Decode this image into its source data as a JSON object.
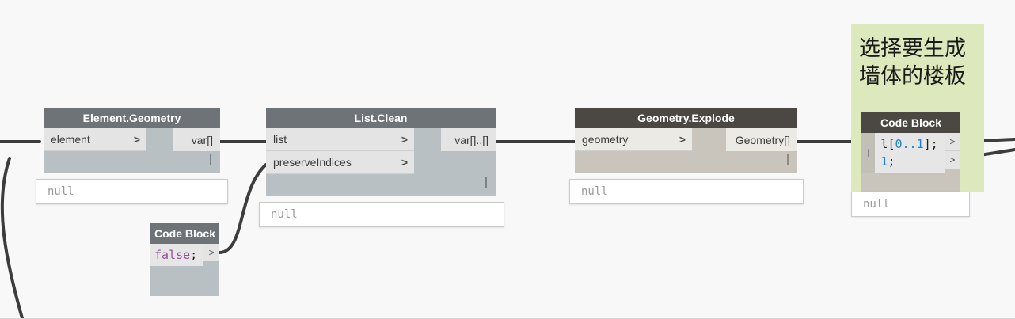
{
  "canvas": {
    "background": "#f8f8f8",
    "wire_color": "#3c3c3c"
  },
  "note": {
    "text": "选择要生成\n墙体的楼板",
    "background": "#dde8bd"
  },
  "nodes": [
    {
      "id": "element-geometry",
      "title": "Element.Geometry",
      "style": "normal",
      "header_color": "#6d7377",
      "body_color": "#b8c0c4",
      "inputs": [
        {
          "label": "element",
          "chevron": ">"
        }
      ],
      "outputs": [
        {
          "label": "var[]"
        }
      ],
      "preview": "null"
    },
    {
      "id": "list-clean",
      "title": "List.Clean",
      "style": "normal",
      "header_color": "#6d7377",
      "body_color": "#b8c0c4",
      "inputs": [
        {
          "label": "list",
          "chevron": ">"
        },
        {
          "label": "preserveIndices",
          "chevron": ">"
        }
      ],
      "outputs": [
        {
          "label": "var[]..[]"
        }
      ],
      "preview": "null"
    },
    {
      "id": "geometry-explode",
      "title": "Geometry.Explode",
      "style": "dark",
      "header_color": "#4b4844",
      "body_color": "#c9c5bc",
      "inputs": [
        {
          "label": "geometry",
          "chevron": ">"
        }
      ],
      "outputs": [
        {
          "label": "Geometry[]"
        }
      ],
      "preview": "null"
    }
  ],
  "code_blocks": [
    {
      "id": "code-block-false",
      "title": "Code Block",
      "style": "normal",
      "gutter": "l",
      "lines": [
        [
          {
            "t": "false",
            "k": "kw"
          },
          {
            "t": ";",
            "k": "plain"
          }
        ]
      ],
      "out_labels": [
        ">"
      ]
    },
    {
      "id": "code-block-index",
      "title": "Code Block",
      "style": "dark",
      "gutter": "l",
      "lines": [
        [
          {
            "t": "l[",
            "k": "plain"
          },
          {
            "t": "0..1",
            "k": "num"
          },
          {
            "t": "];",
            "k": "plain"
          }
        ],
        [
          {
            "t": "1",
            "k": "num"
          },
          {
            "t": ";",
            "k": "plain"
          }
        ]
      ],
      "out_labels": [
        ">",
        ">"
      ],
      "preview": "null"
    }
  ]
}
